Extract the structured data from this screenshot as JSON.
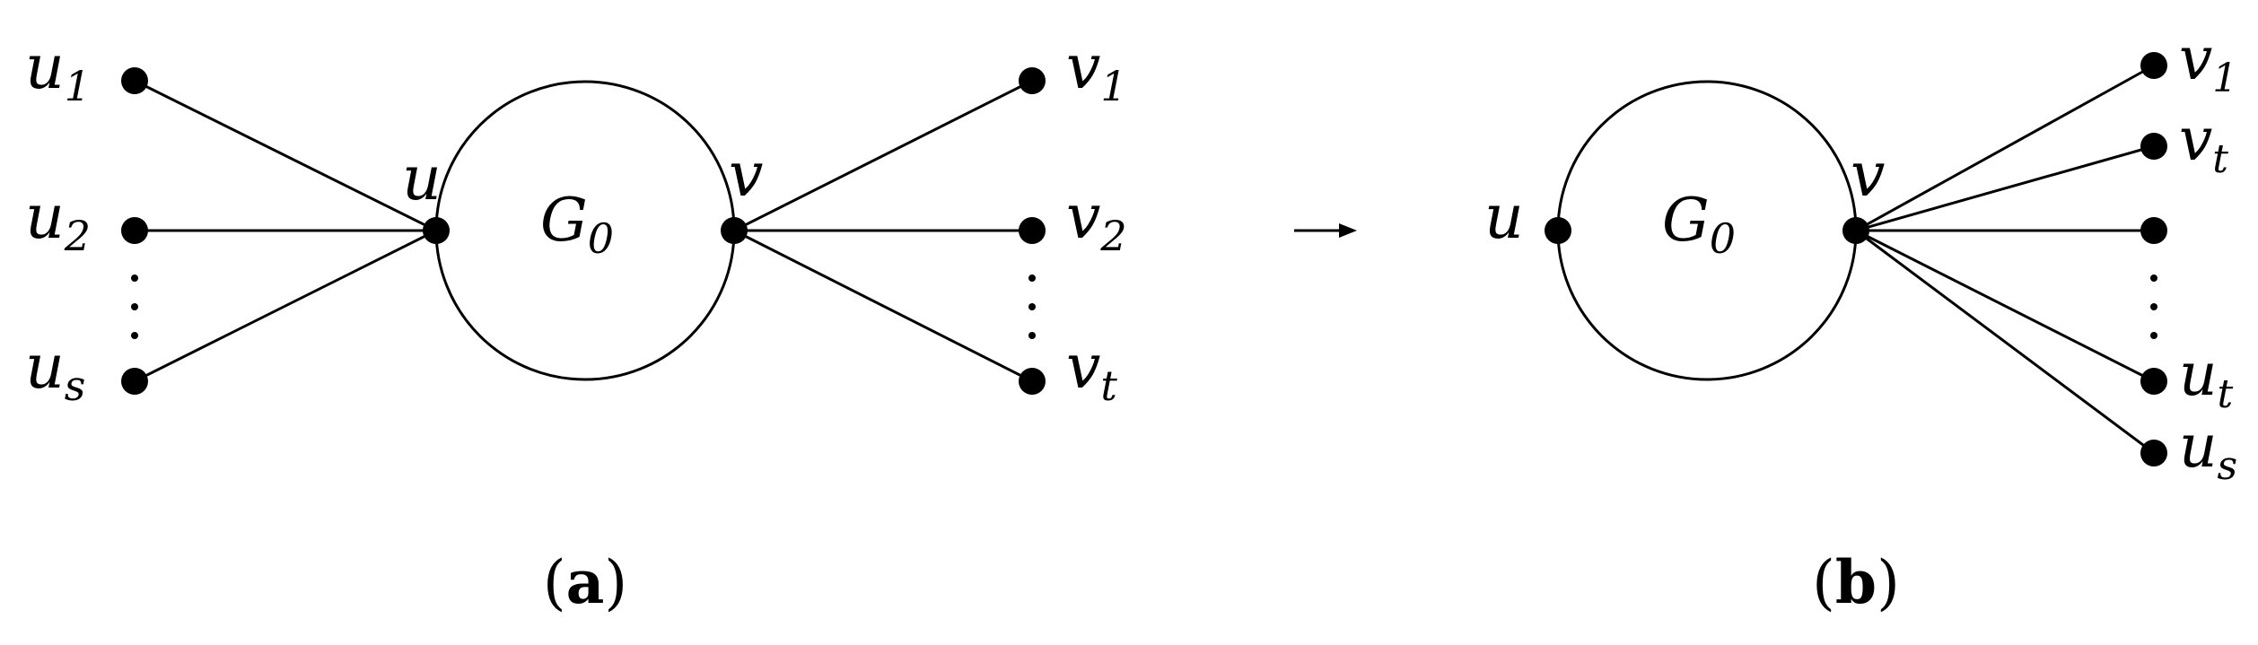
{
  "panel_a": {
    "graph": {
      "name": "G",
      "sub": "0"
    },
    "hub_left": "u",
    "hub_right": "v",
    "left_leaves": [
      {
        "name": "u",
        "sub": "1"
      },
      {
        "name": "u",
        "sub": "2"
      },
      {
        "name": "u",
        "sub": "s"
      }
    ],
    "right_leaves": [
      {
        "name": "v",
        "sub": "1"
      },
      {
        "name": "v",
        "sub": "2"
      },
      {
        "name": "v",
        "sub": "t"
      }
    ],
    "caption": {
      "open": "(",
      "letter": "a",
      "close": ")"
    }
  },
  "panel_b": {
    "graph": {
      "name": "G",
      "sub": "0"
    },
    "hub_left": "u",
    "hub_right": "v",
    "right_leaves": [
      {
        "name": "v",
        "sub": "1"
      },
      {
        "name": "v",
        "sub": "t"
      },
      {
        "name": "",
        "sub": ""
      },
      {
        "name": "u",
        "sub": "t"
      },
      {
        "name": "u",
        "sub": "s"
      }
    ],
    "caption": {
      "open": "(",
      "letter": "b",
      "close": ")"
    }
  },
  "colors": {
    "stroke": "#000000",
    "background": "#ffffff"
  }
}
